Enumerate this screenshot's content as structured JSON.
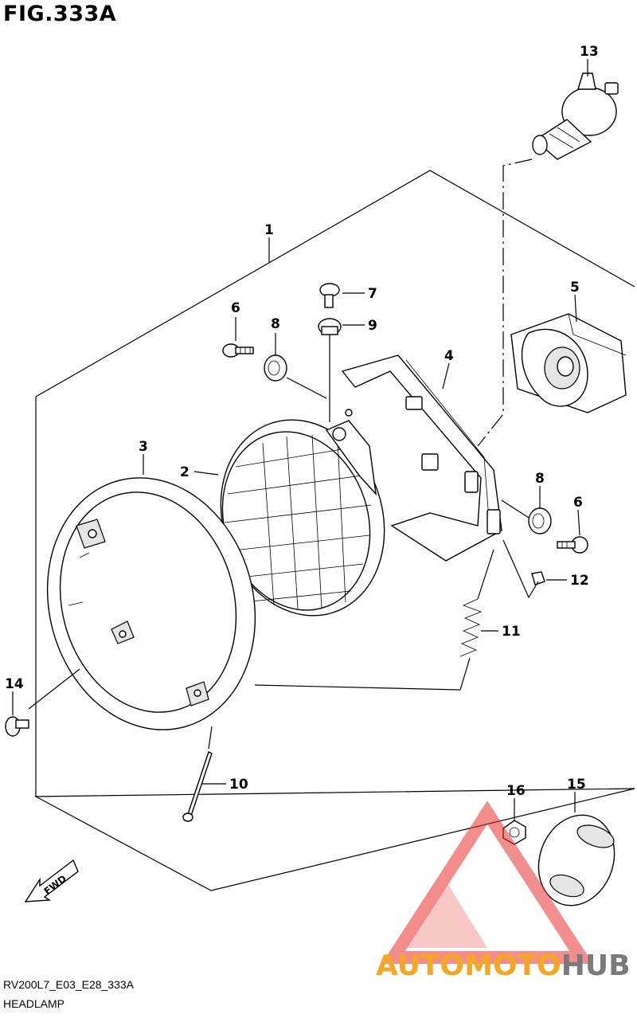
{
  "figure": {
    "title": "FIG.333A"
  },
  "callouts": {
    "c1": "1",
    "c2": "2",
    "c3": "3",
    "c4": "4",
    "c5": "5",
    "c6a": "6",
    "c6b": "6",
    "c7": "7",
    "c8a": "8",
    "c8b": "8",
    "c9": "9",
    "c10": "10",
    "c11": "11",
    "c12": "12",
    "c13": "13",
    "c14": "14",
    "c15": "15",
    "c16": "16"
  },
  "fwd_label": "FWD",
  "footer": {
    "code": "RV200L7_E03_E28_333A",
    "name": "HEADLAMP"
  },
  "watermark": {
    "part_a": "AUTOMOTO",
    "part_b": "HUB",
    "color_a": "#f5a623",
    "color_b": "#7a7a7a",
    "logo_color": "#e8312f"
  }
}
